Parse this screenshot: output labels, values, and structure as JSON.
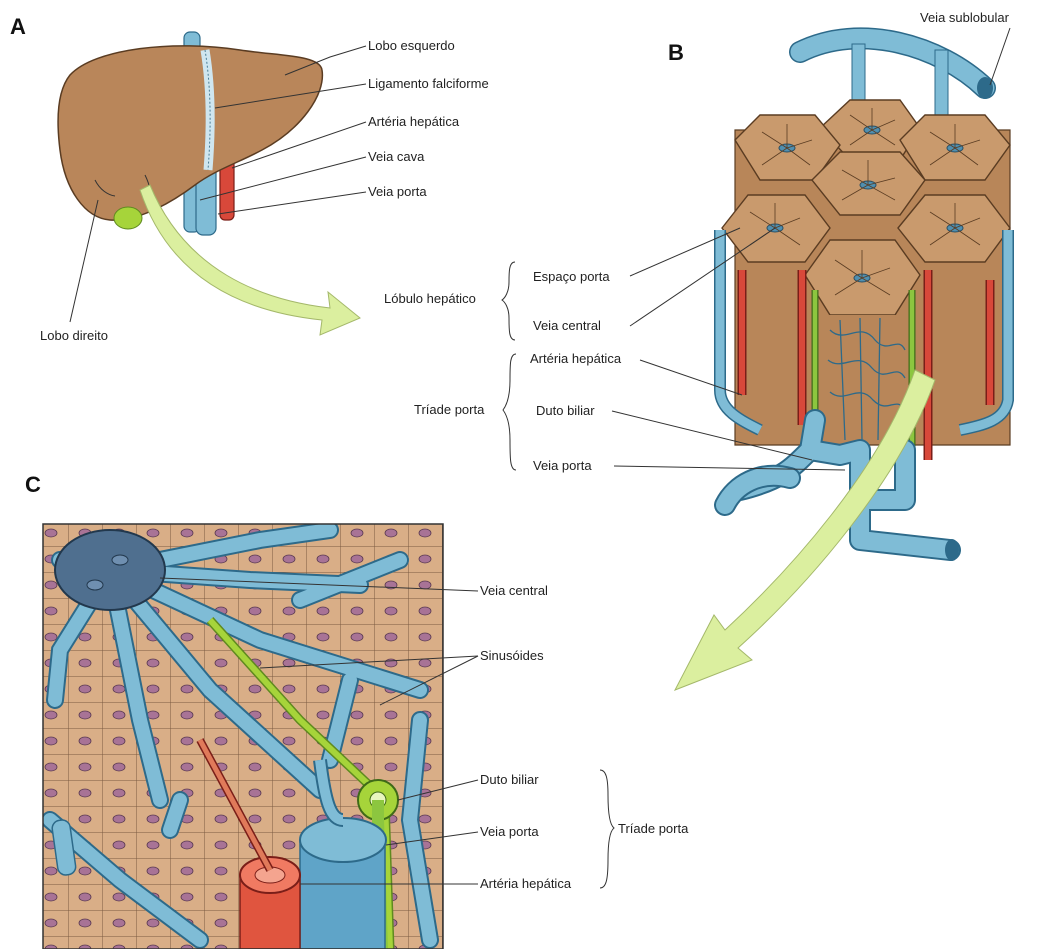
{
  "panels": {
    "a": {
      "letter": "A",
      "labels": {
        "lobo_esquerdo": "Lobo esquerdo",
        "ligamento_falciforme": "Ligamento falciforme",
        "arteria_hepatica": "Artéria hepática",
        "veia_cava": "Veia cava",
        "veia_porta": "Veia porta",
        "lobo_direito": "Lobo direito"
      }
    },
    "b": {
      "letter": "B",
      "labels": {
        "veia_sublobular": "Veia sublobular",
        "lobulo_hepatico": "Lóbulo hepático",
        "espaco_porta": "Espaço porta",
        "veia_central": "Veia central",
        "triade_porta": "Tríade porta",
        "arteria_hepatica": "Artéria hepática",
        "duto_biliar": "Duto biliar",
        "veia_porta": "Veia porta"
      }
    },
    "c": {
      "letter": "C",
      "labels": {
        "veia_central": "Veia central",
        "sinusoides": "Sinusóides",
        "duto_biliar": "Duto biliar",
        "veia_porta": "Veia porta",
        "arteria_hepatica": "Artéria hepática",
        "triade_porta": "Tríade porta"
      }
    }
  },
  "colors": {
    "liver": "#b9865a",
    "vein": "#7fbcd6",
    "artery": "#d8483a",
    "bile": "#8cc63f",
    "gallbladder": "#a6d43a",
    "arrow": "#dbef9f",
    "hepatocyte": "#d8ac86",
    "nucleus": "#a27090",
    "central_vein": "#4f6f8f"
  }
}
